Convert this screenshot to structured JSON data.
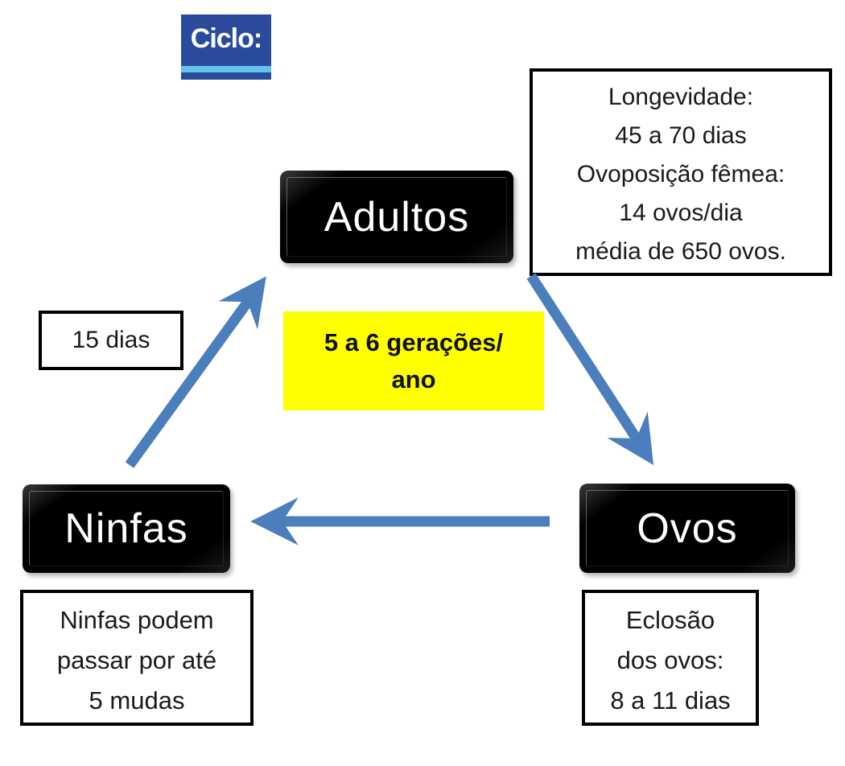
{
  "title": {
    "label": "Ciclo:"
  },
  "colors": {
    "title_bg": "#2a4b9c",
    "title_stripe": "#66c3ee",
    "arrow_blue": "#4a7ebc",
    "highlight_yellow": "#ffff00",
    "stage_box_bg": "#000000",
    "stage_box_text": "#ffffff",
    "note_border": "#000000"
  },
  "stages": {
    "adultos": {
      "label": "Adultos"
    },
    "ninfas": {
      "label": "Ninfas"
    },
    "ovos": {
      "label": "Ovos"
    }
  },
  "notes": {
    "longevidade": {
      "lines": [
        "Longevidade:",
        "45 a 70 dias",
        "Ovoposição fêmea:",
        "14 ovos/dia",
        "média de 650 ovos."
      ]
    },
    "ninfas_duration": {
      "label": "15 dias"
    },
    "geracoes": {
      "lines": [
        "5 a 6 gerações/",
        "ano"
      ]
    },
    "ninfas_info": {
      "lines": [
        "Ninfas podem",
        "passar por até",
        "5 mudas"
      ]
    },
    "eclosao": {
      "lines": [
        "Eclosão",
        "dos ovos:",
        "8 a 11 dias"
      ]
    }
  },
  "arrows": [
    {
      "name": "ninfas-to-adultos",
      "direction": "up-right"
    },
    {
      "name": "adultos-to-ovos",
      "direction": "down-right"
    },
    {
      "name": "ovos-to-ninfas",
      "direction": "left"
    }
  ]
}
